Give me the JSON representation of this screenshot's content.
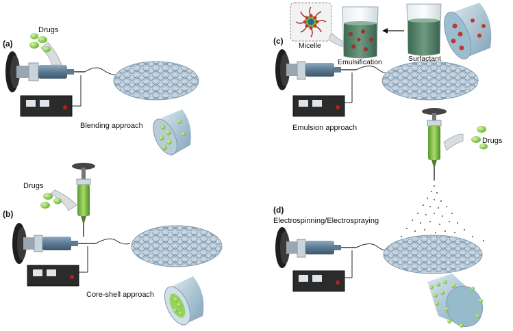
{
  "panels": {
    "a": {
      "label": "(a)",
      "drug_label": "Drugs",
      "caption": "Blending approach"
    },
    "b": {
      "label": "(b)",
      "drug_label": "Drugs",
      "caption": "Core-shell approach"
    },
    "c": {
      "label": "(c)",
      "micelle_label": "Micelle",
      "emulsification_label": "Emulsification",
      "surfactant_label": "Surfactant",
      "caption": "Emulsion approach"
    },
    "d": {
      "label": "(d)",
      "drug_label": "Drugs",
      "caption": "Electrospinning/Electrospraying"
    }
  },
  "colors": {
    "drug_green": "#8fd14f",
    "fiber_blue": "#9fb8cc",
    "syringe_blue": "#5d7a93",
    "collector_dark": "#2a2a2a",
    "power_supply": "#2b2b2b",
    "emulsion_liquid": "#4f7d63",
    "micelle_red": "#a0302a"
  }
}
